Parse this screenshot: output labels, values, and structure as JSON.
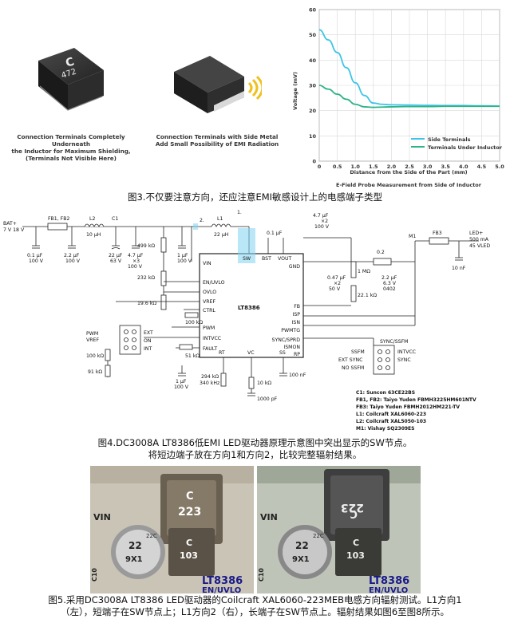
{
  "figure3": {
    "left_photo": {
      "marking_letter": "C",
      "marking_value": "472",
      "caption_lines": [
        "Connection Terminals Completely Underneath",
        "the Inductor for Maximum Shielding,",
        "(Terminals Not Visible Here)"
      ]
    },
    "right_photo": {
      "caption_lines": [
        "Connection Terminals with Side Metal",
        "Add Small Possibility of EMI Radiation"
      ]
    },
    "caption": "图3.不仅要注意方向，还应注意EMI敏感设计上的电感端子类型"
  },
  "chart_data": {
    "type": "line",
    "title": "E-Field Probe Measurement from Side of Inductor",
    "xlabel": "Distance from the Side of the Part (mm)",
    "ylabel": "Voltage (mV)",
    "xlim": [
      0,
      5.0
    ],
    "ylim": [
      0,
      60
    ],
    "x_ticks": [
      "0",
      "0.5",
      "1.0",
      "1.5",
      "2.0",
      "2.5",
      "3.0",
      "3.5",
      "4.0",
      "4.5",
      "5.0"
    ],
    "y_ticks": [
      "0",
      "10",
      "20",
      "30",
      "40",
      "50",
      "60"
    ],
    "grid": true,
    "legend_position": "bottom-right",
    "series": [
      {
        "name": "Side Terminals",
        "color": "#3cc4e8",
        "x": [
          0,
          0.25,
          0.5,
          0.75,
          1.0,
          1.25,
          1.5,
          1.75,
          2.0,
          2.5,
          3.0,
          3.5,
          4.0,
          4.5,
          5.0
        ],
        "y": [
          52,
          48,
          43,
          37,
          31,
          26,
          23,
          22.5,
          22.3,
          22.2,
          22.1,
          22,
          22,
          21.9,
          21.8
        ]
      },
      {
        "name": "Terminals Under Inductor",
        "color": "#2fb386",
        "x": [
          0,
          0.25,
          0.5,
          0.75,
          1.0,
          1.25,
          1.5,
          1.75,
          2.0,
          2.5,
          3.0,
          3.5,
          4.0,
          4.5,
          5.0
        ],
        "y": [
          30,
          28.5,
          26.5,
          24.5,
          22.5,
          21.5,
          21.3,
          21.4,
          21.5,
          21.6,
          21.6,
          21.7,
          21.7,
          21.7,
          21.7
        ]
      }
    ]
  },
  "figure4": {
    "caption_lines": [
      "图4.DC3008A LT8386低EMI LED驱动器原理示意图中突出显示的SW节点。",
      "将短边端子放在方向1和方向2，比较完整辐射结果。"
    ],
    "ic_name": "LT8386",
    "left_pins": [
      "VIN",
      "EN/UVLO",
      "OVLO",
      "VREF",
      "CTRL",
      "PWM",
      "INTVCC",
      "FAULT"
    ],
    "right_pins": [
      "GND",
      "FB",
      "ISP",
      "ISN",
      "PWMTG",
      "SYNC/SPRD",
      "ISMON",
      "RP"
    ],
    "top_pins": [
      "SW",
      "BST",
      "VOUT"
    ],
    "bottom_pins": [
      "RT",
      "VC",
      "SS"
    ],
    "labels": {
      "bat": "BAT+",
      "bat_v": "7 V 18 V",
      "fb12": "FB1, FB2",
      "l2": "L2",
      "l2v": "10 µH",
      "c1": "C1",
      "c1v": "22 µF",
      "c1r": "63 V",
      "c_in1": "0.1 µF",
      "c_in1r": "100 V",
      "c_in2": "2.2 µF",
      "c_in2r": "100 V",
      "c_in3": "4.7 µF",
      "c_in3x": "×3",
      "c_in3r": "100 V",
      "c_vin": "1 µF",
      "c_vinr": "100 V",
      "r499": "499 kΩ",
      "r232": "232 kΩ",
      "r196": "19.6 kΩ",
      "r100c": "100 kΩ",
      "r51": "51 kΩ",
      "l1": "L1",
      "l1v": "22 µH",
      "c_bst": "0.1 µF",
      "n1": "1.",
      "n2": "2.",
      "c_out1": "4.7 µF",
      "c_out1x": "×2",
      "c_out1r": "100 V",
      "c_out2": "0.47 µF",
      "c_out2x": "×2",
      "c_out2r": "50 V",
      "r1m": "1 MΩ",
      "r221": "22.1 kΩ",
      "r02": "0.2",
      "c_sense": "2.2 µF",
      "c_sense_r": "6.3 V",
      "c_sense_p": "0402",
      "m1": "M1",
      "fb3": "FB3",
      "led": "LED+",
      "led_i": "500 mA",
      "led_v": "45 VLED",
      "c_led": "10 nF",
      "pwm": "PWM",
      "vref": "VREF",
      "ext": "EXT",
      "on": "ON",
      "int": "INT",
      "r100p": "100 kΩ",
      "r91": "91 kΩ",
      "c_intvcc": "1 µF",
      "c_intvccr": "100 V",
      "rt": "294 kΩ",
      "fsw": "340 kHz",
      "r_vc": "10 kΩ",
      "c_vc": "1000 pF",
      "c_ss": "100 nF",
      "sync_title": "SYNC/SSFM",
      "ssfm": "SSFM",
      "ext_sync": "EXT SYNC",
      "no_ssfm": "NO SSFM",
      "intvcc_j": "INTVCC",
      "sync_j": "SYNC",
      "bom": [
        "C1: Suncon 63CE22BS",
        "FB1, FB2: Taiyo Yuden FBMH3225HM601NTV",
        "FB3: Taiyo Yuden FBMH2012HM221-TV",
        "L1: Coilcraft XAL6060-223",
        "L2: Coilcraft XAL5050-103",
        "M1: Vishay SQ2309ES"
      ]
    }
  },
  "figure5": {
    "board_text": {
      "vin": "VIN",
      "ic": "LT8386",
      "uvlo": "EN/UVLO",
      "ind_big_letter": "C",
      "ind_big_value": "223",
      "ind_small_letter": "C",
      "ind_small_value": "103",
      "cap_value": "22",
      "cap_code": "9X1",
      "c10": "C10",
      "cap_c": "22C"
    },
    "caption_lines": [
      "图5.采用DC3008A LT8386 LED驱动器的Coilcraft XAL6060-223MEB电感方向辐射测试。L1方向1",
      "（左），短端子在SW节点上；L1方向2（右），长端子在SW节点上。辐射结果如图6至图8所示。"
    ]
  }
}
